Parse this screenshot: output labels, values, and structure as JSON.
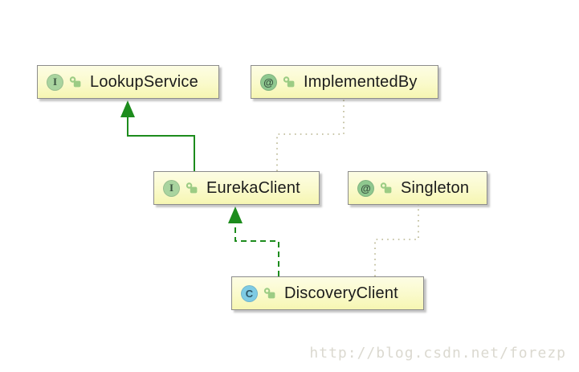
{
  "diagram": {
    "nodes": [
      {
        "label": "LookupService",
        "kind": "interface",
        "badge": "I"
      },
      {
        "label": "ImplementedBy",
        "kind": "annotation",
        "badge": "@"
      },
      {
        "label": "EurekaClient",
        "kind": "interface",
        "badge": "I"
      },
      {
        "label": "Singleton",
        "kind": "annotation",
        "badge": "@"
      },
      {
        "label": "DiscoveryClient",
        "kind": "class",
        "badge": "C"
      }
    ],
    "edges": [
      {
        "from": "EurekaClient",
        "to": "LookupService",
        "type": "extends",
        "style": "solid-green-arrow"
      },
      {
        "from": "DiscoveryClient",
        "to": "EurekaClient",
        "type": "implements",
        "style": "dashed-green-arrow"
      },
      {
        "from": "EurekaClient",
        "to": "ImplementedBy",
        "type": "annotated-by",
        "style": "dotted"
      },
      {
        "from": "DiscoveryClient",
        "to": "Singleton",
        "type": "annotated-by",
        "style": "dotted"
      }
    ]
  },
  "watermark": {
    "text": "http://blog.csdn.net/forezp"
  },
  "colors": {
    "node-fill-top": "#fdfde4",
    "node-fill-mid": "#fafacb",
    "node-fill-bottom": "#f6f6b2",
    "node-border": "#8c8c8c",
    "edge-green": "#1d8c1d",
    "edge-dotted": "#b7b48d",
    "interface-icon-bg": "#a9d49f",
    "annotation-icon-bg": "#8fc88f",
    "class-icon-bg": "#7ecbe4",
    "icon-letter-green": "#3a5340",
    "icon-letter-blue": "#2e5666",
    "lock-green": "#9ccc84",
    "watermark-color": "#dbd9d0"
  }
}
